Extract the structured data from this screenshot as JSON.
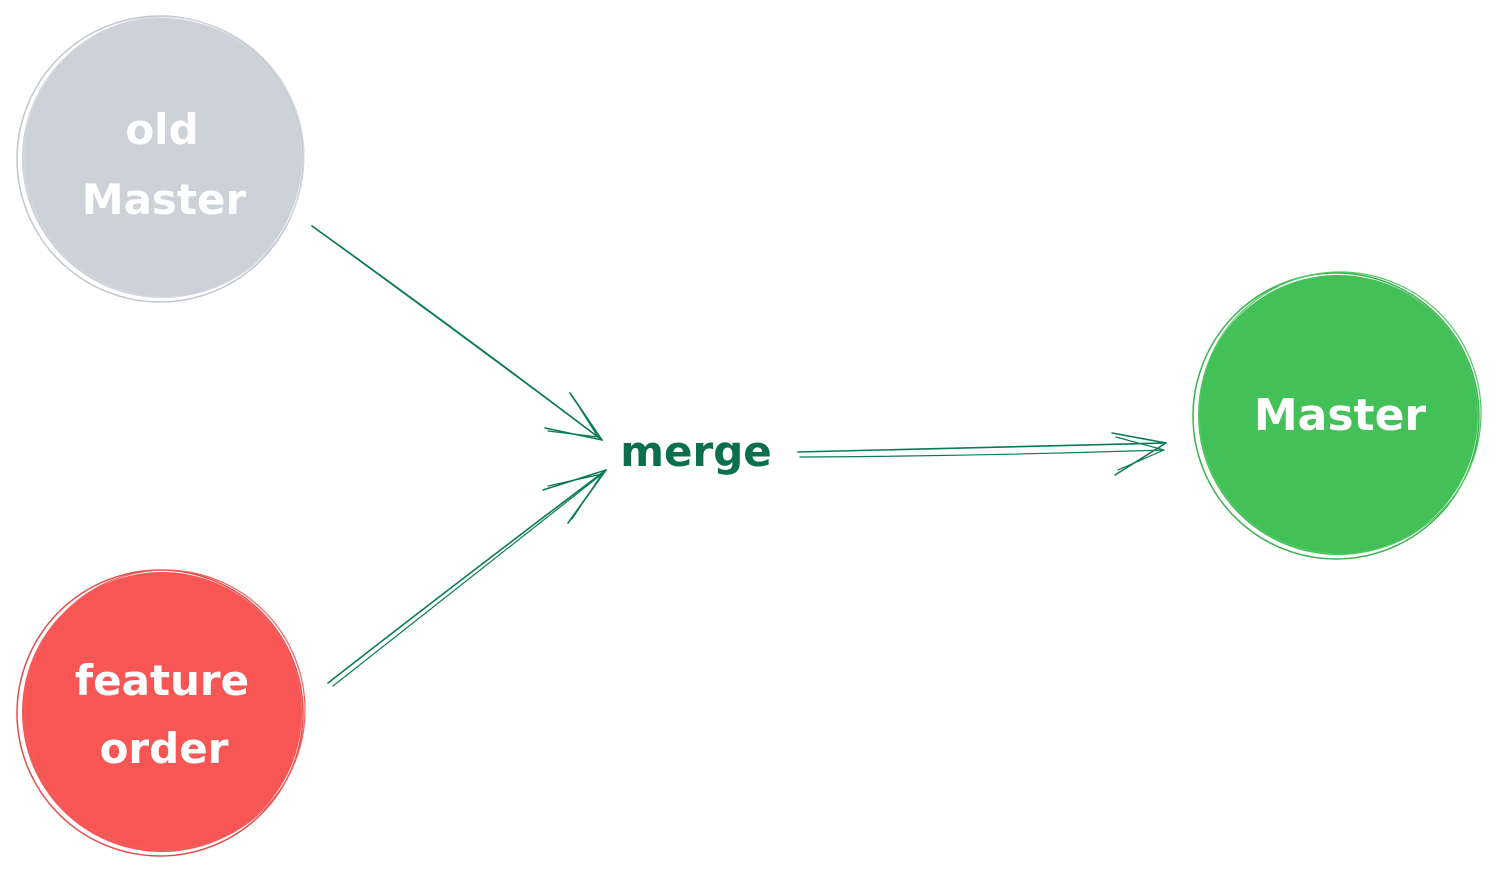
{
  "diagram": {
    "nodes": {
      "old_master": {
        "lines": [
          "old",
          "Master"
        ],
        "fill": "#cdd2d8",
        "stroke": "#cdd2d8"
      },
      "feature_order": {
        "lines": [
          "feature",
          "order"
        ],
        "fill": "#f85555",
        "stroke": "#e84a4a"
      },
      "master": {
        "lines": [
          "Master"
        ],
        "fill": "#44c058",
        "stroke": "#3bb24e"
      }
    },
    "merge": {
      "label": "merge",
      "color": "#0b6e4f"
    },
    "arrow_color": "#0b7a55"
  }
}
